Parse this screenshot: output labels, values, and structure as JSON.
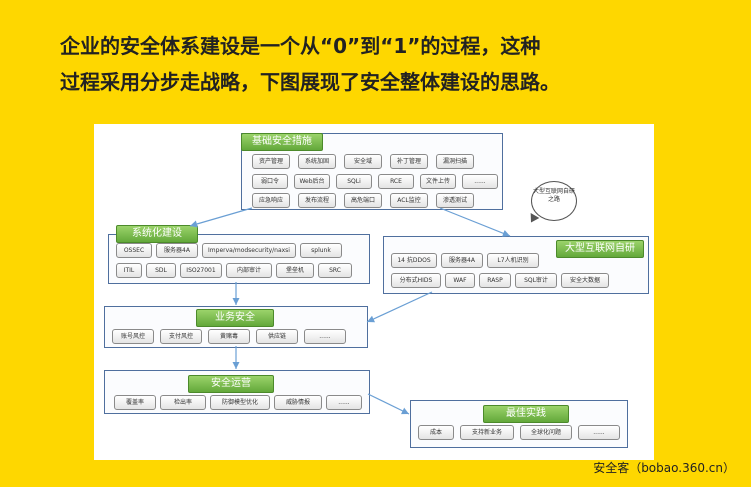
{
  "headline": {
    "line1": "企业的安全体系建设是一个从“0”到“1”的过程，这种",
    "line2": "过程采用分步走战略，下图展现了安全整体建设的思路。"
  },
  "diagram": {
    "basic": {
      "title": "基础安全措施",
      "row1": [
        "资产管理",
        "系统加固",
        "安全域",
        "补丁管理",
        "漏洞扫描"
      ],
      "row2": [
        "弱口令",
        "Web后台",
        "SQLi",
        "RCE",
        "文件上传",
        "......"
      ],
      "row3": [
        "应急响应",
        "发布流程",
        "高危端口",
        "ACL监控",
        "渗透测试"
      ]
    },
    "bubble": "大型互联网自研之路",
    "system": {
      "title": "系统化建设",
      "row1": [
        "OSSEC",
        "服务器4A",
        "Imperva/modsecurity/naxsi",
        "splunk"
      ],
      "row2": [
        "ITIL",
        "SDL",
        "ISO27001",
        "内部审计",
        "堡垒机",
        "SRC"
      ]
    },
    "research": {
      "title": "大型互联网自研",
      "row1": [
        "14 抗DDOS",
        "服务器4A",
        "L7人机识别"
      ],
      "row2": [
        "分布式HIDS",
        "WAF",
        "RASP",
        "SQL审计",
        "安全大数据"
      ]
    },
    "business": {
      "title": "业务安全",
      "row1": [
        "账号风控",
        "支付风控",
        "黄赌毒",
        "供应链",
        "......"
      ]
    },
    "ops": {
      "title": "安全运营",
      "row1": [
        "覆盖率",
        "检出率",
        "防御模型优化",
        "威胁情报",
        "......"
      ]
    },
    "best": {
      "title": "最佳实践",
      "row1": [
        "成本",
        "支持新业务",
        "全球化问题",
        "......"
      ]
    }
  },
  "footer": {
    "credit": "安全客（bobao.360.cn）"
  }
}
